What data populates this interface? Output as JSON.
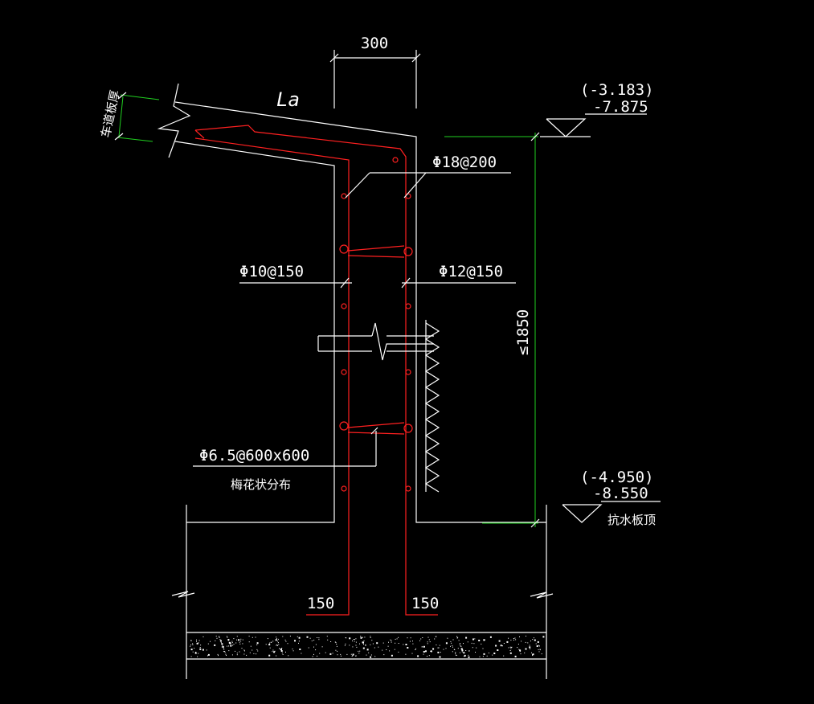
{
  "colors": {
    "background": "#000000",
    "outline": "#ffffff",
    "rebar": "#ff2020",
    "dimension": "#20d020"
  },
  "labels": {
    "dim_top": "300",
    "la": "La",
    "slab_thickness": "车道板厚",
    "rebar_top": "Φ18@200",
    "rebar_left": "Φ10@150",
    "rebar_right": "Φ12@150",
    "tie": "Φ6.5@600x600",
    "tie_note": "梅花状分布",
    "dim_height": "≤1850",
    "elev_top_rel": "(-3.183)",
    "elev_top_abs": "-7.875",
    "elev_bottom_rel": "(-4.950)",
    "elev_bottom_abs": "-8.550",
    "elev_bottom_note": "抗水板顶",
    "dim_left_bottom": "150",
    "dim_right_bottom": "150"
  }
}
